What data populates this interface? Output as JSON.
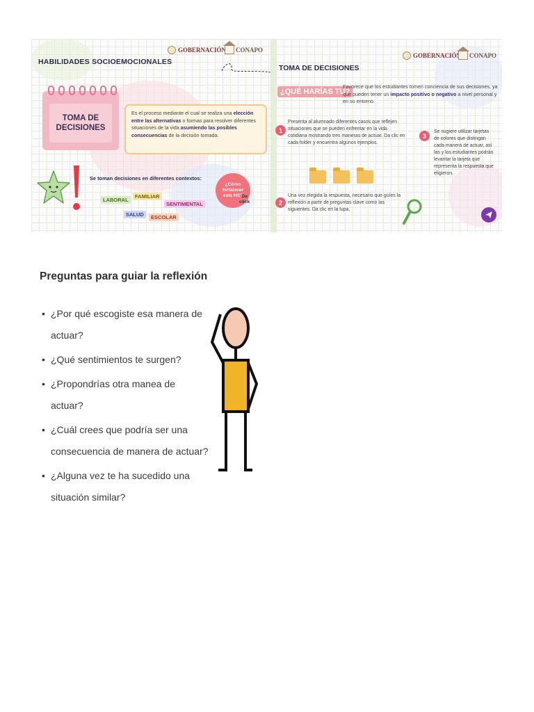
{
  "banner": {
    "left": {
      "heading": "HABILIDADES SOCIOEMOCIONALES",
      "logo_gob": "GOBERNACIÓN",
      "logo_conapo": "CONAPO",
      "calendar_title": "TOMA DE\nDECISIONES",
      "definition": {
        "t1": "Es el proceso mediante el cual se realiza una ",
        "b1": "elección entre las alternativas",
        "t2": " o formas para resolver diferentes situaciones de la vida ",
        "b2": "asumiendo las posibles consecuencias",
        "t3": " de la decisión tomada."
      },
      "contexts_title": "Se toman decisiones en diferentes contextos:",
      "tags": {
        "laboral": "LABORAL",
        "familiar": "FAMILIAR",
        "sentimental": "SENTIMENTAL",
        "salud": "SALUD",
        "escolar": "ESCOLAR"
      },
      "badge": "¿Cómo\nfortalecer\nesta HS?",
      "click": "Da\nclick"
    },
    "right": {
      "heading": "TOMA DE DECISIONES",
      "question": "¿QUÉ HARÍAS TU?",
      "logo_gob": "GOBERNACIÓN",
      "logo_conapo": "CONAPO",
      "intro": {
        "t1": "Favorece que los estudiantes tomen conciencia de sus decisiones, ya que pueden tener un ",
        "b1": "impacto positivo o negativo",
        "t2": " a nivel personal y en su entorno."
      },
      "steps": [
        {
          "n": "1",
          "text": "Presenta al alumnado diferentes casos que reflejen situaciones que se pueden enfrentar en la vida cotidiana mostrando tres maneras de actuar. Da clic en cada folder y encuentra algunos ejemplos."
        },
        {
          "n": "2",
          "text": "Una vez elegida la respuesta, necesario que guíes la reflexión a partir de preguntas clave como las siguientes. Da clic en la lupa."
        },
        {
          "n": "3",
          "text": "Se sugiere utilizar tarjetas de colores que distingan cada manera de actuar, así las y los estudiantes podrán levantar la tarjeta que representa la respuesta que eligieron."
        }
      ]
    }
  },
  "reflection": {
    "title": "Preguntas para guiar la reflexión",
    "questions": [
      "¿Por qué escogiste esa manera de actuar?",
      "¿Qué sentimientos te surgen?",
      "¿Propondrías otra manea de actuar?",
      "¿Cuál crees que podría ser una consecuencia de manera de actuar?",
      "¿Alguna vez te ha sucedido una situación similar?"
    ]
  },
  "colors": {
    "accent_red": "#e85f6f",
    "calendar_pink": "#f2b8c6",
    "figure_yellow": "#f0b429",
    "figure_skin": "#f6c9b3"
  }
}
